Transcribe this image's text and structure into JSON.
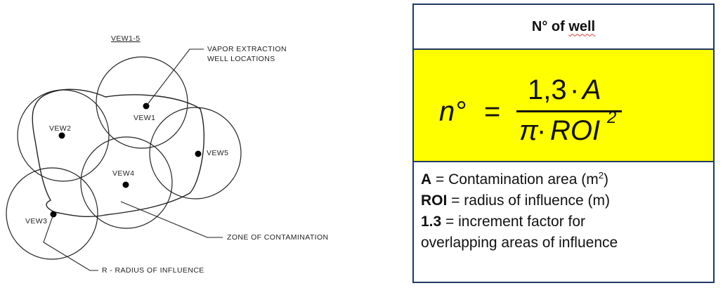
{
  "diagram": {
    "title": "VEW1-5",
    "wells": [
      "VEW1",
      "VEW2",
      "VEW3",
      "VEW4",
      "VEW5"
    ],
    "labels": {
      "well_locations_line1": "VAPOR EXTRACTION",
      "well_locations_line2": "WELL LOCATIONS",
      "zone": "ZONE OF CONTAMINATION",
      "radius": "R - RADIUS OF INFLUENCE"
    }
  },
  "panel": {
    "header": {
      "prefix": "N° of ",
      "underlined": "well"
    },
    "formula": {
      "lhs": "n°",
      "equals": "=",
      "numerator_coef": "1,3",
      "numerator_var": "A",
      "denominator_const": "π",
      "denominator_var": "ROI",
      "denominator_exp": "2",
      "dot": "·"
    },
    "legend": [
      {
        "term": "A",
        "text_before": " = Contamination area (m",
        "sup": "2",
        "text_after": ")"
      },
      {
        "term": "ROI",
        "text_before": " = radius of influence (m)",
        "sup": "",
        "text_after": ""
      },
      {
        "term": "1.3",
        "text_before": " = increment factor for",
        "sup": "",
        "text_after": ""
      },
      {
        "term": "",
        "text_before": "overlapping areas of influence",
        "sup": "",
        "text_after": ""
      }
    ]
  },
  "colors": {
    "formula_background": "#ffff00",
    "panel_border": "#1f3864",
    "spellcheck_underline": "#e23a3a"
  }
}
